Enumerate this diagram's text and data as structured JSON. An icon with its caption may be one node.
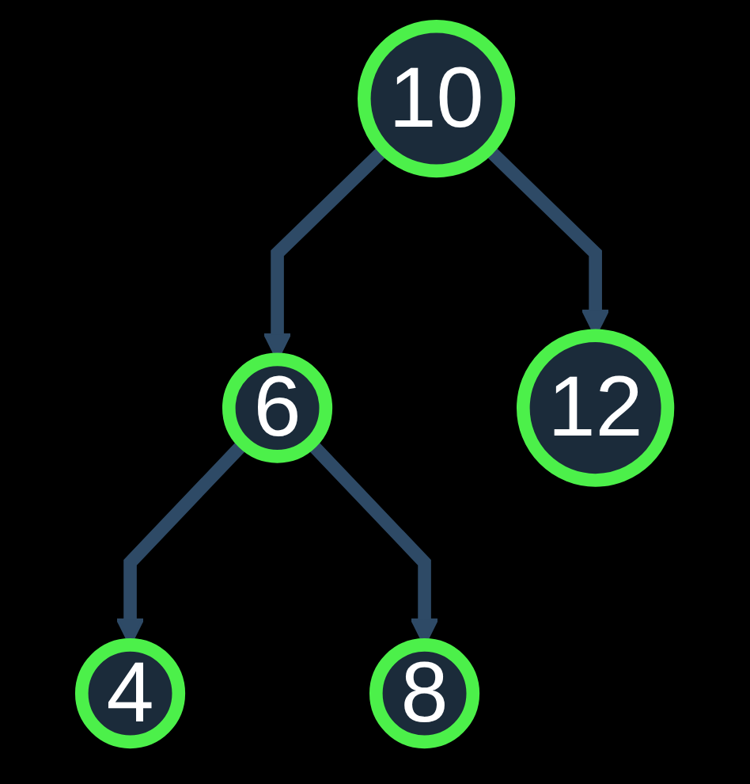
{
  "diagram": {
    "nodes": [
      {
        "text": [
          "10"
        ]
      },
      {
        "text": [
          "6"
        ]
      },
      {
        "text": [
          "12"
        ]
      },
      {
        "text": [
          "4"
        ]
      },
      {
        "text": [
          "8"
        ]
      }
    ],
    "edges": [
      {
        "from": 0,
        "to": 1,
        "arrow": "to"
      },
      {
        "from": 0,
        "to": 2,
        "arrow": "to"
      },
      {
        "from": 1,
        "to": 3,
        "arrow": "to"
      },
      {
        "from": 1,
        "to": 4,
        "arrow": "to"
      }
    ]
  }
}
